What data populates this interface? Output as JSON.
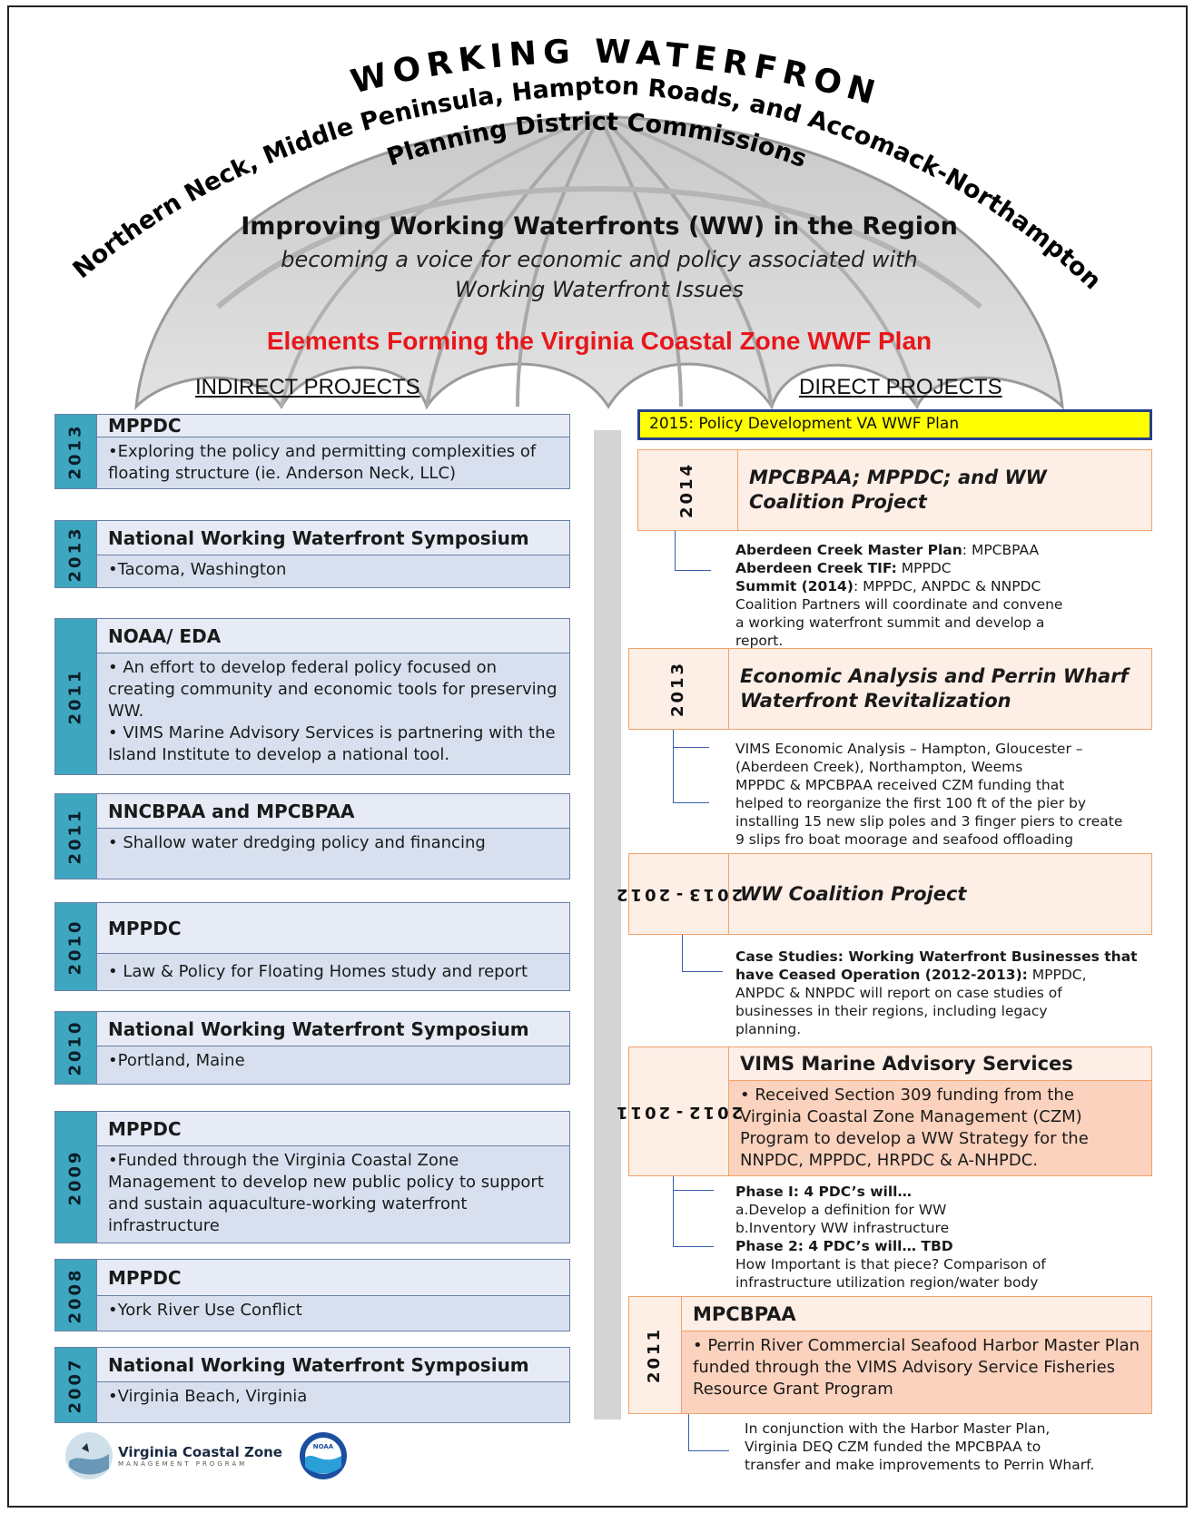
{
  "header": {
    "arc_top": "WORKING WATERFRONTS:",
    "arc_outer": "Northern Neck, Middle Peninsula, Hampton Roads, and Accomack-Northampton",
    "arc_inner": "Planning District Commissions",
    "heading": "Improving Working Waterfronts (WW) in the Region",
    "sub1": "becoming a voice for economic and policy associated with",
    "sub2": "Working Waterfront Issues",
    "plan_title": "Elements Forming the Virginia Coastal Zone WWF Plan"
  },
  "columns": {
    "indirect": "INDIRECT  PROJECTS",
    "direct": "DIRECT PROJECTS"
  },
  "indirect": [
    {
      "year": "2013",
      "title": "MPPDC",
      "body": [
        "•Exploring the policy and permitting complexities of floating structure (ie. Anderson Neck, LLC)"
      ]
    },
    {
      "year": "2013",
      "title": "National  Working Waterfront Symposium",
      "body": [
        "•Tacoma, Washington"
      ]
    },
    {
      "year": "2011",
      "title": "NOAA/ EDA",
      "body": [
        "• An effort to develop federal policy focused on creating community and economic tools for preserving WW.",
        "• VIMS Marine Advisory Services is partnering with the Island Institute to develop a national tool."
      ]
    },
    {
      "year": "2011",
      "title": "NNCBPAA and MPCBPAA",
      "body": [
        "• Shallow water dredging policy and financing"
      ]
    },
    {
      "year": "2010",
      "title": "MPPDC",
      "body": [
        "• Law & Policy for Floating Homes study and report"
      ]
    },
    {
      "year": "2010",
      "title": "National  Working Waterfront Symposium",
      "body": [
        "•Portland, Maine"
      ]
    },
    {
      "year": "2009",
      "title": "MPPDC",
      "body": [
        "•Funded through the Virginia Coastal Zone Management to develop new public policy to support and sustain aquaculture-working waterfront infrastructure"
      ]
    },
    {
      "year": "2008",
      "title": "MPPDC",
      "body": [
        "•York River Use Conflict"
      ]
    },
    {
      "year": "2007",
      "title": "National  Working Waterfront Symposium",
      "body": [
        "•Virginia Beach, Virginia"
      ]
    }
  ],
  "direct": {
    "policy": "2015:  Policy Development VA WWF Plan",
    "items": [
      {
        "year": "2014",
        "title": "MPCBPAA; MPPDC; and WW Coalition Project"
      },
      {
        "year": "2013",
        "title": "Economic Analysis and Perrin Wharf Waterfront Revitalization"
      },
      {
        "year_a": "2012",
        "dash": "-",
        "year_b": "2013",
        "title": "WW Coalition Project"
      },
      {
        "year_a": "2011",
        "dash": "-",
        "year_b": "2012",
        "title": "VIMS Marine Advisory Services",
        "body": "• Received Section 309 funding from the Virginia Coastal Zone Management (CZM) Program to develop a WW Strategy for the NNPDC, MPPDC, HRPDC & A-NHPDC."
      },
      {
        "year": "2011",
        "title": "MPCBPAA",
        "body": "• Perrin River Commercial Seafood Harbor Master Plan funded through the VIMS Advisory Service Fisheries Resource Grant Program"
      }
    ],
    "notes": {
      "n1": {
        "l1b": "Aberdeen Creek Master Plan",
        "l1": ": MPCBPAA",
        "l2b": "Aberdeen Creek TIF:",
        "l2": " MPPDC",
        "l3b": "Summit (2014",
        "l3b2": ")",
        "l3": ": MPPDC, ANPDC & NNPDC",
        "l4": "Coalition Partners will  coordinate and  convene",
        "l5": "a working waterfront summit and develop a",
        "l6": "report."
      },
      "n2": {
        "l1": "VIMS Economic Analysis – Hampton, Gloucester –",
        "l2": "(Aberdeen Creek), Northampton, Weems",
        "l3": "MPPDC & MPCBPAA received CZM funding that",
        "l4": "helped to reorganize the first 100 ft of the pier by",
        "l5": "installing 15 new slip poles and 3 finger piers to create",
        "l6": "9 slips fro boat moorage and seafood offloading"
      },
      "n3": {
        "l1b": "Case Studies:  Working Waterfront Businesses that",
        "l2b": "have Ceased Operation (2012-2013):",
        "l2": " MPPDC,",
        "l3": "ANPDC & NNPDC will  report on case studies of",
        "l4": "businesses  in their regions, including legacy",
        "l5": "planning."
      },
      "n4": {
        "l1b": "Phase I:  4 PDC’s will…",
        "l2": "a.Develop a definition for WW",
        "l3": "b.Inventory WW infrastructure",
        "l4b": "Phase 2:  4 PDC’s will… TBD",
        "l5": "How Important is that piece? Comparison of",
        "l6": "infrastructure utilization region/water body"
      },
      "n5": {
        "l1": "In conjunction with the Harbor Master Plan,",
        "l2": "Virginia DEQ CZM funded the MPCBPAA to",
        "l3": "transfer and make improvements to Perrin Wharf."
      }
    }
  },
  "footer": {
    "vczm_name": "Virginia Coastal Zone",
    "vczm_sub": "MANAGEMENT PROGRAM",
    "noaa_text": "NOAA"
  },
  "colors": {
    "left_year": "#3fa6c0",
    "left_body": "#d8e0ef",
    "right_body": "#fbd2bd",
    "policy_bg": "#ffff00",
    "plan_title": "#e8161b"
  }
}
